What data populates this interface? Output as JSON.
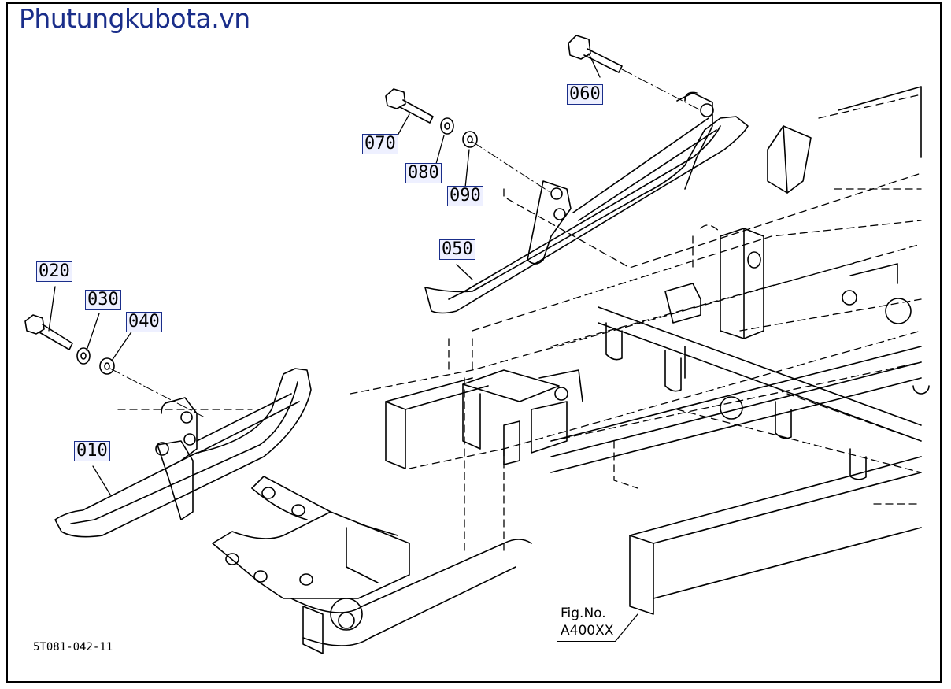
{
  "site_title": "Phutungkubota.vn",
  "part_labels": [
    "010",
    "020",
    "030",
    "040",
    "050",
    "060",
    "070",
    "080",
    "090"
  ],
  "figure": {
    "label": "Fig.No.",
    "code": "A400XX"
  },
  "drawing_code": "5T081-042-11",
  "colors": {
    "label_border": "#1a2e8a",
    "label_fill": "#eef0ff",
    "title": "#1a2e8a",
    "line": "#000000"
  }
}
